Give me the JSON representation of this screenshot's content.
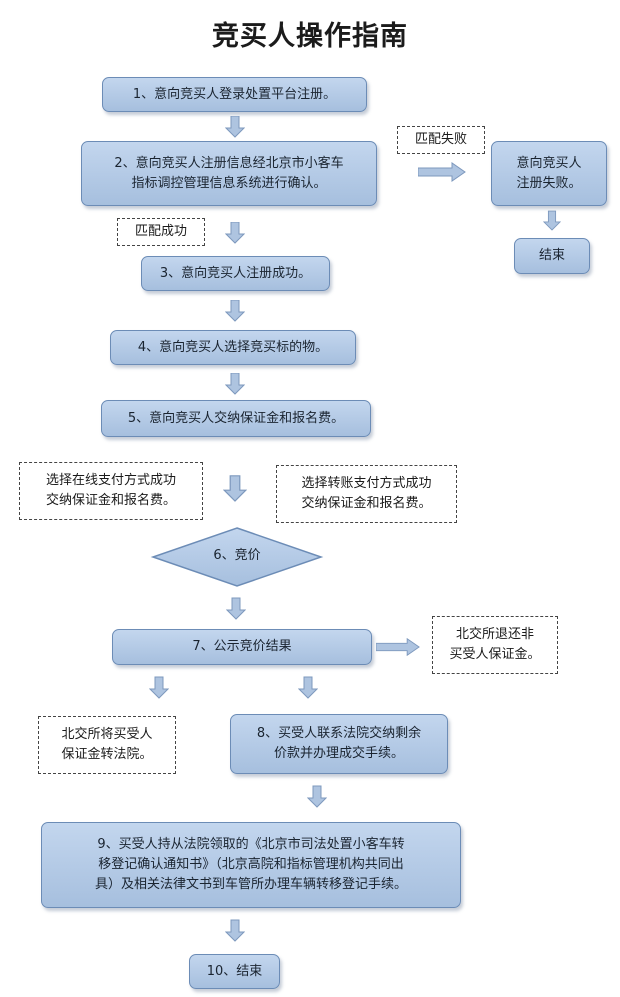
{
  "title": "竞买人操作指南",
  "steps": {
    "s1": "1、意向竞买人登录处置平台注册。",
    "s2": "2、意向竞买人注册信息经北京市小客车\n指标调控管理信息系统进行确认。",
    "s3": "3、意向竞买人注册成功。",
    "s4": "4、意向竞买人选择竞买标的物。",
    "s5": "5、意向竞买人交纳保证金和报名费。",
    "s6": "6、竞价",
    "s7": "7、公示竞价结果",
    "s8": "8、买受人联系法院交纳剩余\n价款并办理成交手续。",
    "s9": "9、买受人持从法院领取的《北京市司法处置小客车转\n移登记确认通知书》（北京高院和指标管理机构共同出\n具）及相关法律文书到车管所办理车辆转移登记手续。",
    "s10": "10、结束",
    "fail": "意向竞买人\n注册失败。",
    "end": "结束"
  },
  "notes": {
    "match_fail": "匹配失败",
    "match_success": "匹配成功",
    "online_pay": "选择在线支付方式成功\n交纳保证金和报名费。",
    "transfer_pay": "选择转账支付方式成功\n交纳保证金和报名费。",
    "refund": "北交所退还非\n买受人保证金。",
    "court_transfer": "北交所将买受人\n保证金转法院。"
  },
  "colors": {
    "box_fill_top": "#c3d6ee",
    "box_fill_bottom": "#a6bfde",
    "box_border": "#6c8cb6",
    "arrow_fill": "#aec4e0"
  }
}
